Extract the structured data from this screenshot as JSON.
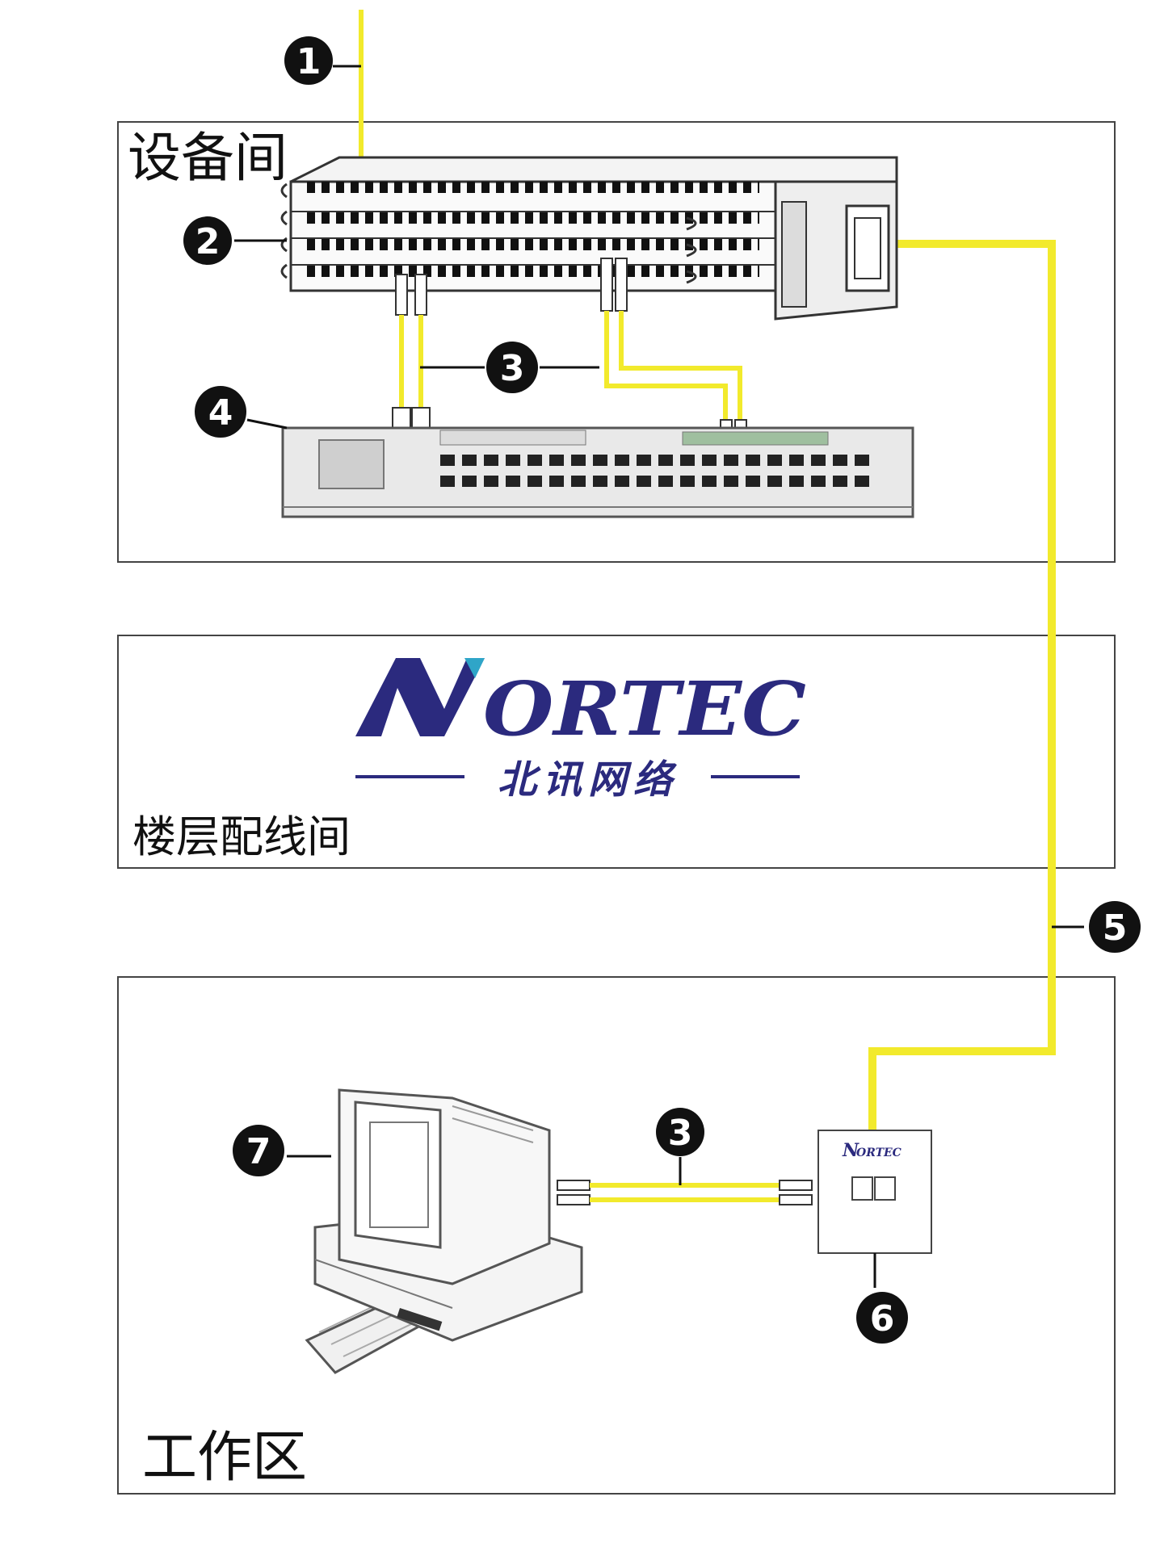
{
  "zones": {
    "equipment_room": "设备间",
    "floor_wiring_closet": "楼层配线间",
    "work_area": "工作区"
  },
  "logo": {
    "brand": "NORTEC",
    "brand_first": "N",
    "brand_rest": "ORTEC",
    "tagline": "北讯网络",
    "color": "#2b2a7e"
  },
  "faceplate": {
    "brand_first": "N",
    "brand_rest": "ORTEC"
  },
  "callouts": [
    "1",
    "2",
    "3",
    "4",
    "5",
    "3",
    "6",
    "7"
  ],
  "colors": {
    "fiber": "#f2ea2c",
    "outline": "#333333",
    "callout_bg": "#111111"
  }
}
